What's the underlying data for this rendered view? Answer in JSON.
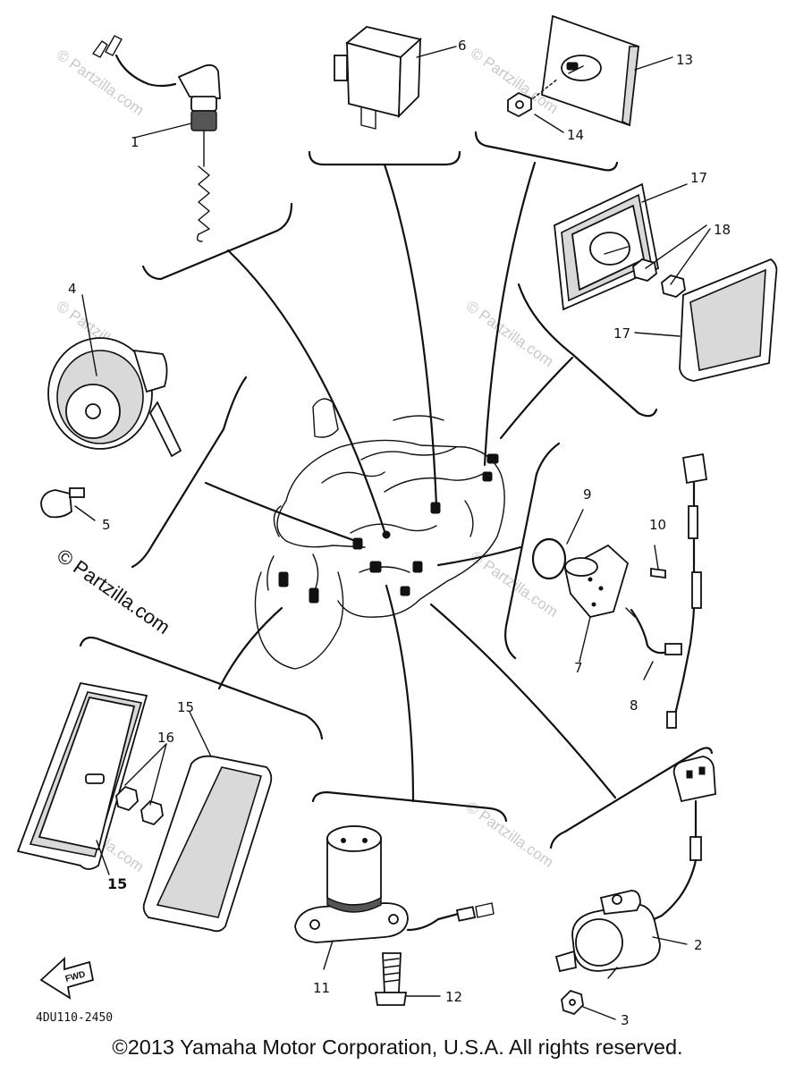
{
  "diagram": {
    "callouts": {
      "p1": "1",
      "p2": "2",
      "p3": "3",
      "p4": "4",
      "p5": "5",
      "p6": "6",
      "p7": "7",
      "p8": "8",
      "p9": "9",
      "p10": "10",
      "p11": "11",
      "p12": "12",
      "p13": "13",
      "p14": "14",
      "p15a": "15",
      "p15b": "15",
      "p16": "16",
      "p17a": "17",
      "p17b": "17",
      "p18": "18"
    },
    "watermark": "© Partzilla.com",
    "watermark_large": "© Partzilla.com",
    "part_code": "4DU110-2450",
    "fwd_label": "FWD"
  },
  "footer": {
    "copyright": "©2013 Yamaha Motor Corporation, U.S.A. All rights reserved."
  }
}
